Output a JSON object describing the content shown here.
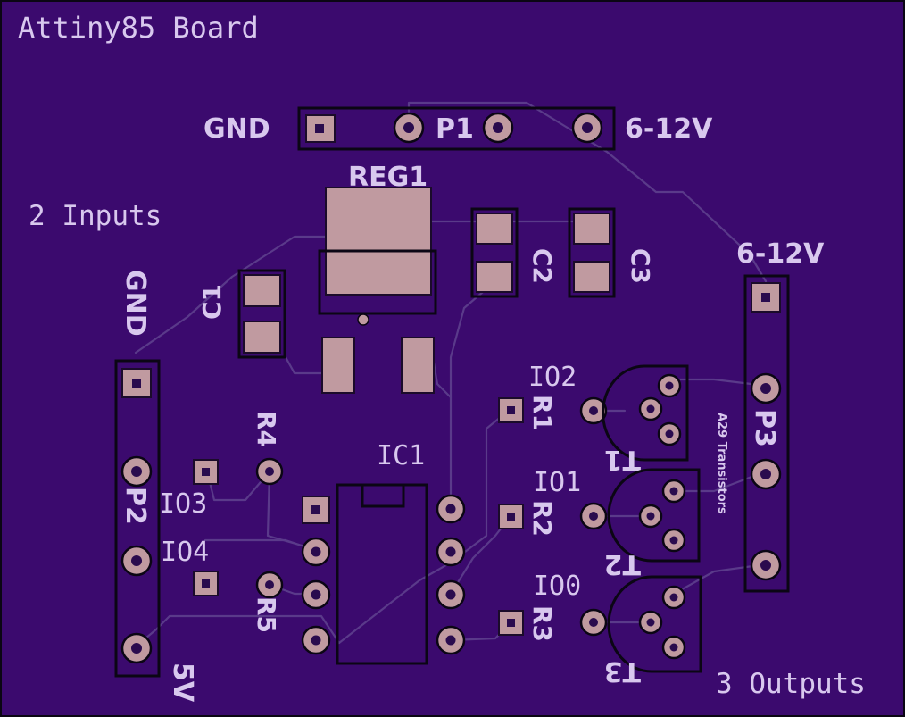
{
  "board": {
    "title": "Attiny85 Board",
    "inputs_note": "2 Inputs",
    "outputs_note": "3 Outputs",
    "transistor_note": "A29 Transistors"
  },
  "labels": {
    "p1": "P1",
    "p1_gnd": "GND",
    "p1_vin": "6-12V",
    "reg1": "REG1",
    "c1": "C1",
    "c2": "C2",
    "c3": "C3",
    "p2": "P2",
    "p2_gnd": "GND",
    "p2_5v": "5V",
    "p3": "P3",
    "p3_vin": "6-12V",
    "ic1": "IC1",
    "r1": "R1",
    "r2": "R2",
    "r3": "R3",
    "r4": "R4",
    "r5": "R5",
    "io0": "IO0",
    "io1": "IO1",
    "io2": "IO2",
    "io3": "IO3",
    "io4": "IO4",
    "t1": "T1",
    "t2": "T2",
    "t3": "T3"
  },
  "colors": {
    "board": "#3b0a6e",
    "copper_trace": "#5a3a8a",
    "pad": "#c09aa0",
    "silkscreen": "#d8c8ee",
    "outline": "#0b0614"
  }
}
